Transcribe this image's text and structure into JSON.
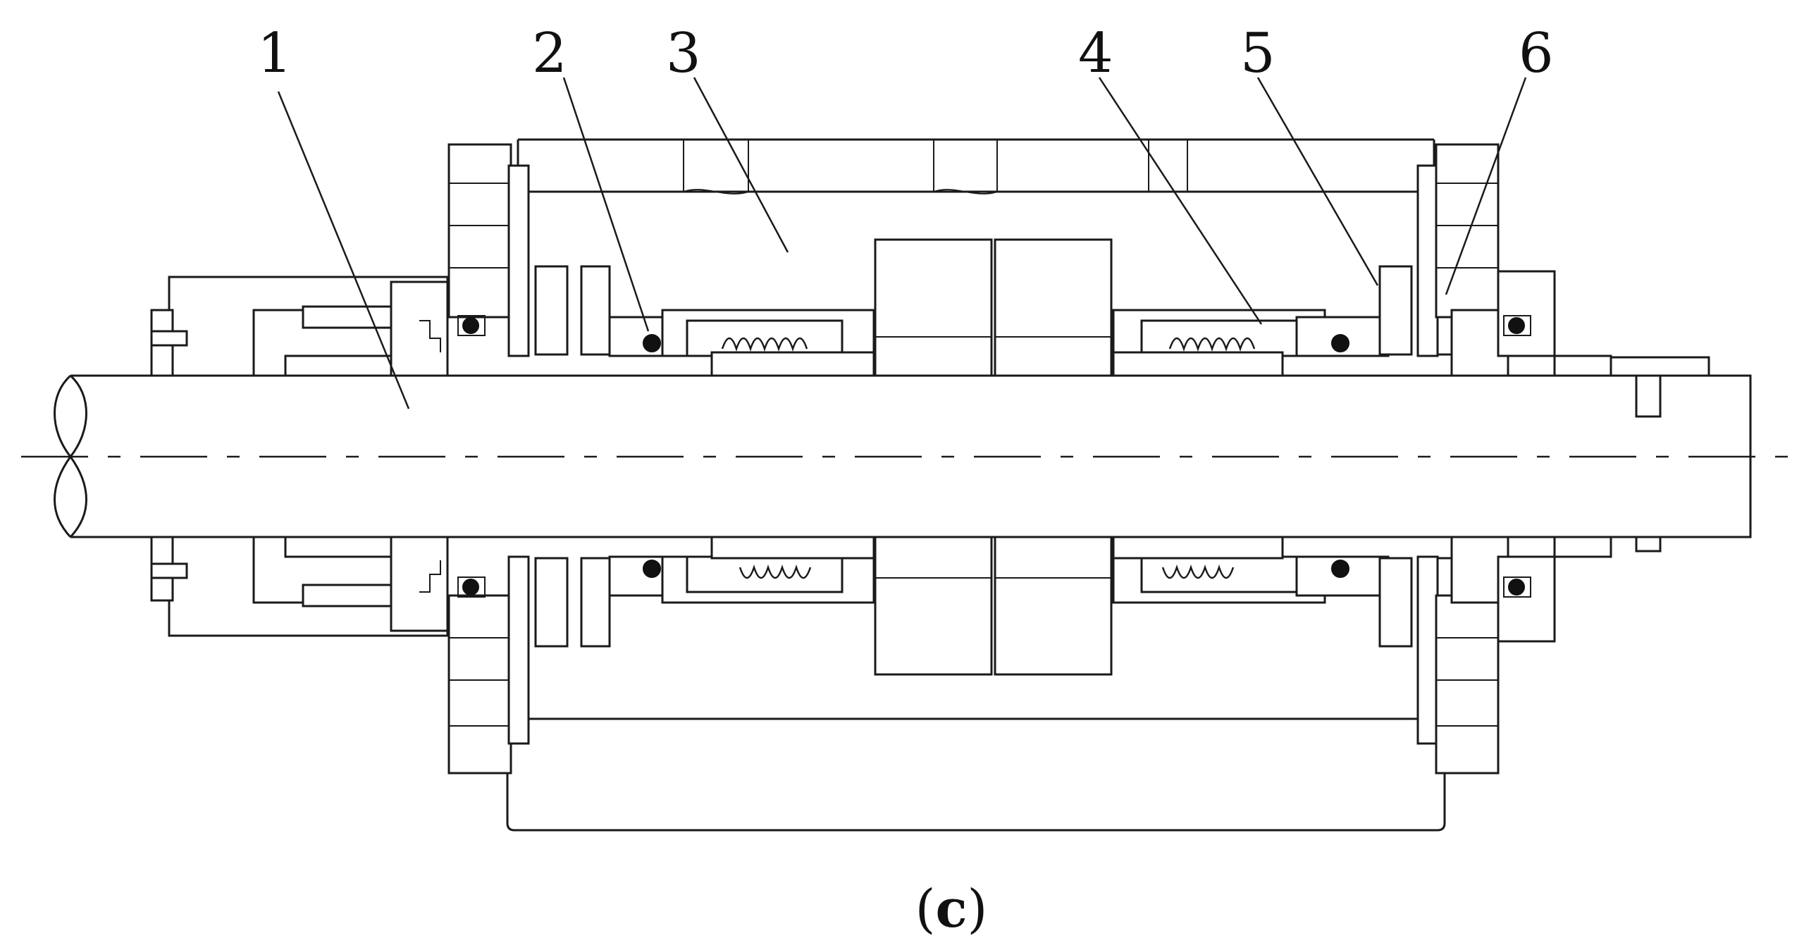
{
  "figure": {
    "caption_open": "(",
    "caption_letter": "c",
    "caption_close": ")"
  },
  "parts": [
    {
      "number": "1"
    },
    {
      "number": "2"
    },
    {
      "number": "3"
    },
    {
      "number": "4"
    },
    {
      "number": "5"
    },
    {
      "number": "6"
    }
  ],
  "colors": {
    "line": "#1a1a1a",
    "background": "#ffffff"
  }
}
